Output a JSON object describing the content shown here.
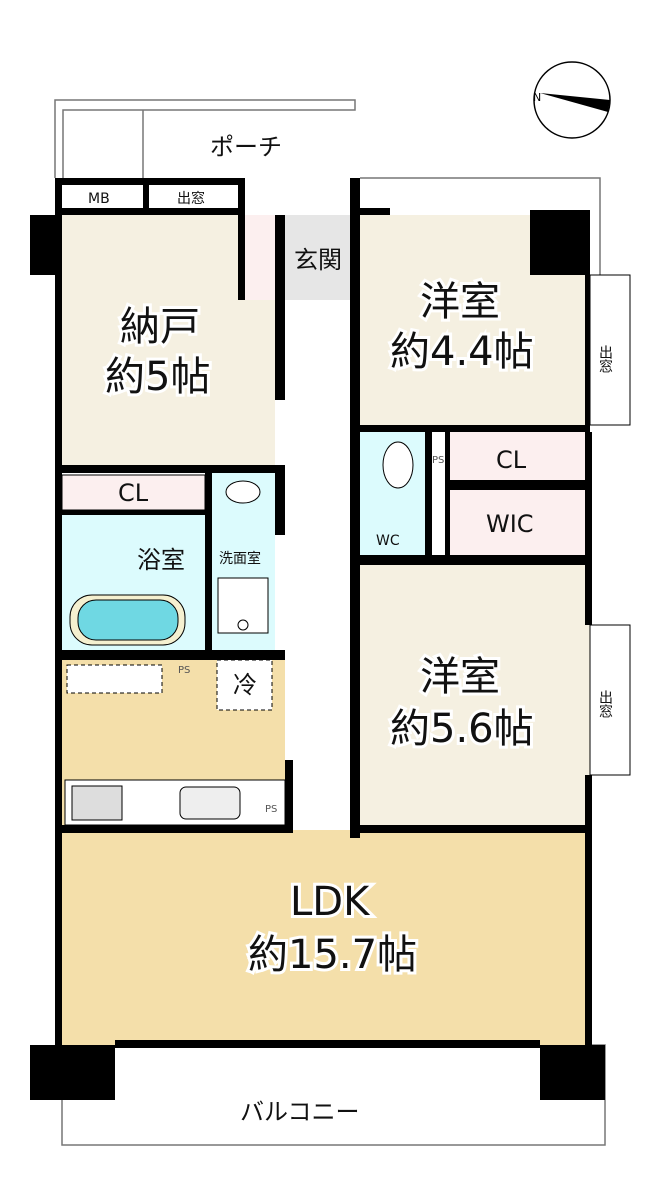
{
  "colors": {
    "room": "#f5f0e1",
    "ldk": "#f4dfaa",
    "closet": "#fcefef",
    "wet": "#dcfbfd",
    "water": "#6fd8e3",
    "tile": "#e6e6e6",
    "wall": "#000000"
  },
  "labels": {
    "porch": "ポーチ",
    "mb": "MB",
    "bay_window_top": "出窓",
    "entrance": "玄関",
    "storage_room": {
      "name": "納戸",
      "size": "約5帖"
    },
    "closet_left": "CL",
    "bath": "浴室",
    "washroom": "洗面室",
    "ps": "PS",
    "fridge": "冷",
    "western_room_1": {
      "name": "洋室",
      "size": "約4.4帖"
    },
    "bay_window_right": "出窓",
    "wc": "WC",
    "closet_right": "CL",
    "wic": "WIC",
    "western_room_2": {
      "name": "洋室",
      "size": "約5.6帖"
    },
    "ldk": {
      "name": "LDK",
      "size": "約15.7帖"
    },
    "balcony": "バルコニー",
    "compass": "N"
  }
}
